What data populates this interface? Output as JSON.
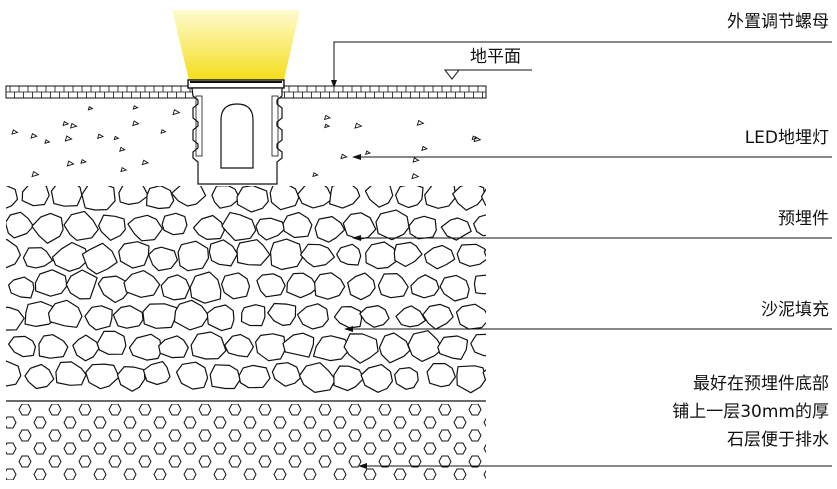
{
  "labels": {
    "adjust_screw": "外置调节螺母",
    "ground_level": "地平面",
    "led_light": "LED地埋灯",
    "embedded_part": "预埋件",
    "sand_fill": "沙泥填充",
    "gravel_note": [
      "最好在预埋件底部",
      "铺上一层30mm的厚",
      "石层便于排水"
    ]
  },
  "colors": {
    "light_beam_top": "#fff7a8",
    "light_beam_bottom": "#f2d800",
    "line": "#111111"
  }
}
